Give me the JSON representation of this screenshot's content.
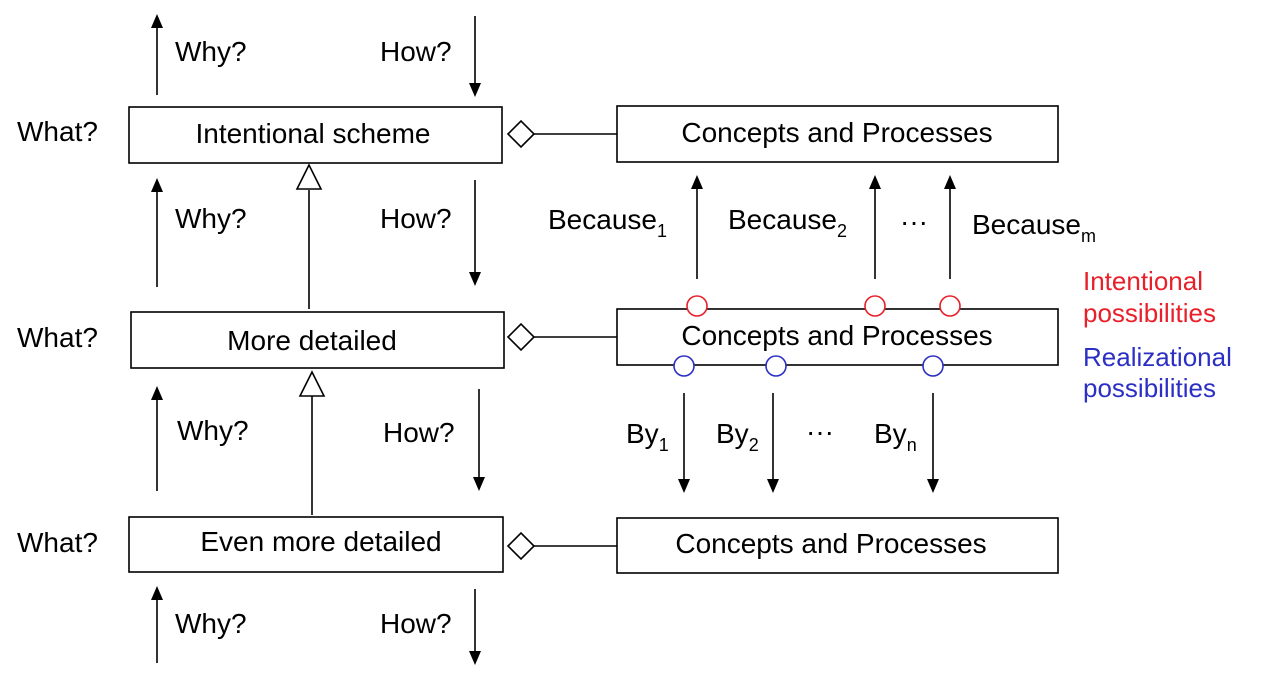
{
  "colors": {
    "intentional": "#e8202a",
    "realizational": "#2b2fc4",
    "ink": "#000000"
  },
  "levels": [
    {
      "what": "What?",
      "box": "Intentional scheme",
      "why": "Why?",
      "how": "How?"
    },
    {
      "what": "What?",
      "box": "More detailed",
      "why": "Why?",
      "how": "How?"
    },
    {
      "what": "What?",
      "box": "Even more detailed",
      "why": "Why?",
      "how": "How?"
    }
  ],
  "top_why": "Why?",
  "top_how": "How?",
  "concepts": [
    "Concepts and Processes",
    "Concepts and Processes",
    "Concepts and Processes"
  ],
  "because": [
    {
      "base": "Because",
      "sub": "1"
    },
    {
      "base": "Because",
      "sub": "2"
    },
    {
      "base": "Because",
      "sub": "m"
    }
  ],
  "because_ellipsis": "···",
  "by": [
    {
      "base": "By",
      "sub": "1"
    },
    {
      "base": "By",
      "sub": "2"
    },
    {
      "base": "By",
      "sub": "n"
    }
  ],
  "by_ellipsis": "···",
  "legend": {
    "intentional_line1": "Intentional",
    "intentional_line2": "possibilities",
    "realizational_line1": "Realizational",
    "realizational_line2": "possibilities"
  }
}
